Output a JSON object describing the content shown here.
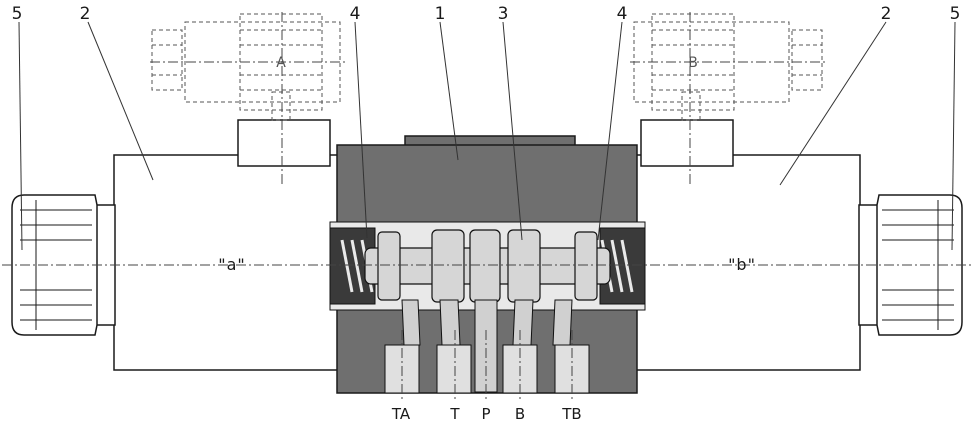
{
  "callouts": {
    "left_5": "5",
    "left_2": "2",
    "left_4": "4",
    "mid_1": "1",
    "mid_3": "3",
    "right_4": "4",
    "right_2": "2",
    "right_5": "5"
  },
  "coils": {
    "left": "A",
    "right": "B"
  },
  "solenoids": {
    "left": "\"a\"",
    "right": "\"b\""
  },
  "ports": [
    "TA",
    "T",
    "P",
    "B",
    "TB"
  ]
}
